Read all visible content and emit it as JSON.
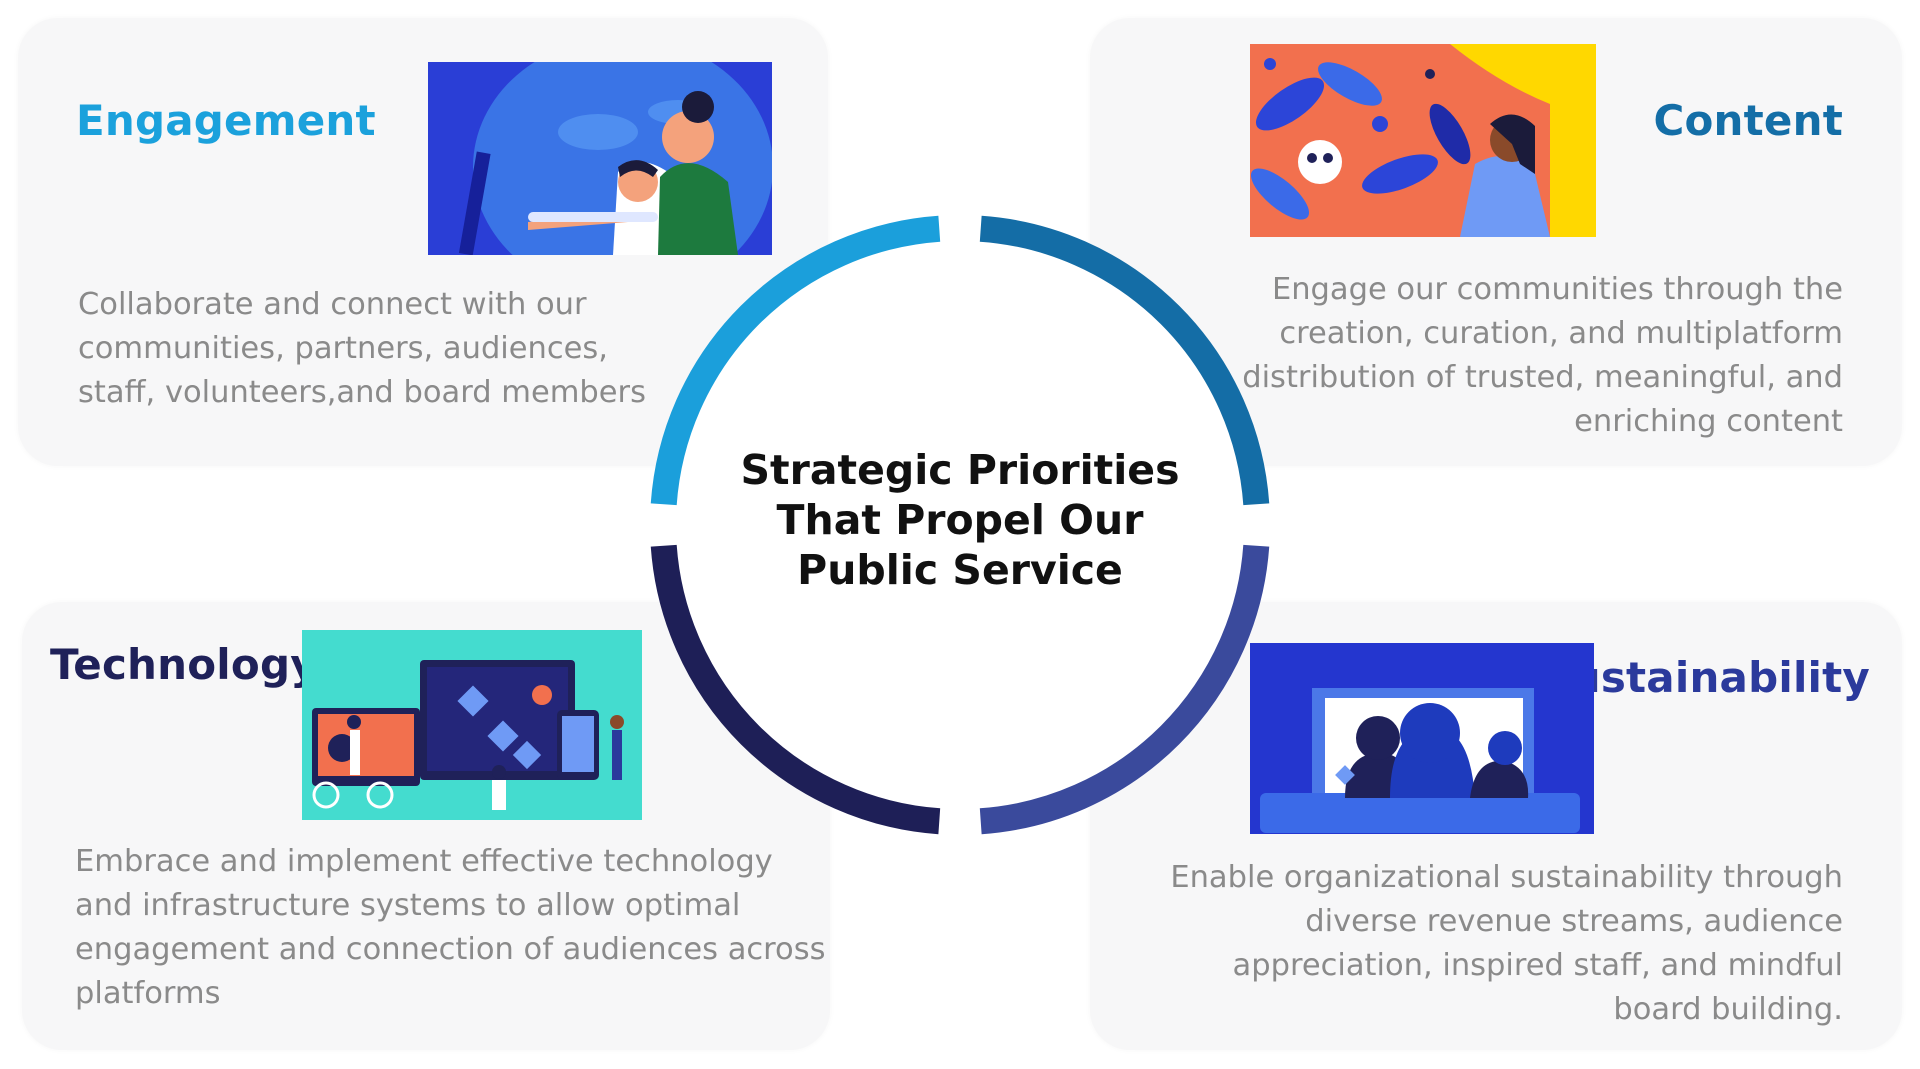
{
  "center": {
    "lines": [
      "Strategic Priorities",
      "That Propel Our",
      "Public Service"
    ]
  },
  "quadrants": {
    "engagement": {
      "title": "Engagement",
      "color": "#1ba1dc",
      "lines": [
        "Collaborate and connect with our",
        "communities, partners, audiences,",
        "staff, volunteers,and board members"
      ],
      "icon": "mother-child-screen-illustration"
    },
    "content": {
      "title": "Content",
      "color": "#146ea7",
      "lines": [
        "Engage our communities through the",
        "creation, curation, and multiplatform",
        "distribution of trusted, meaningful, and",
        "enriching content"
      ],
      "icon": "jungle-reader-illustration"
    },
    "technology": {
      "title": "Technology",
      "color": "#1f2159",
      "lines": [
        "Embrace and implement effective technology",
        "and infrastructure systems to allow optimal",
        "engagement and connection of audiences across",
        "platforms"
      ],
      "icon": "devices-space-illustration"
    },
    "sustainability": {
      "title": "Sustainability",
      "color": "#2b3a9c",
      "lines": [
        "Enable organizational sustainability through",
        "diverse revenue streams, audience",
        "appreciation, inspired staff, and mindful",
        "board building."
      ],
      "icon": "audience-watching-screen-illustration"
    }
  },
  "ring_colors": {
    "top_left": "#1b9fdb",
    "top_right": "#146da6",
    "bottom_left": "#1e1f57",
    "bottom_right": "#3a4a9c"
  }
}
